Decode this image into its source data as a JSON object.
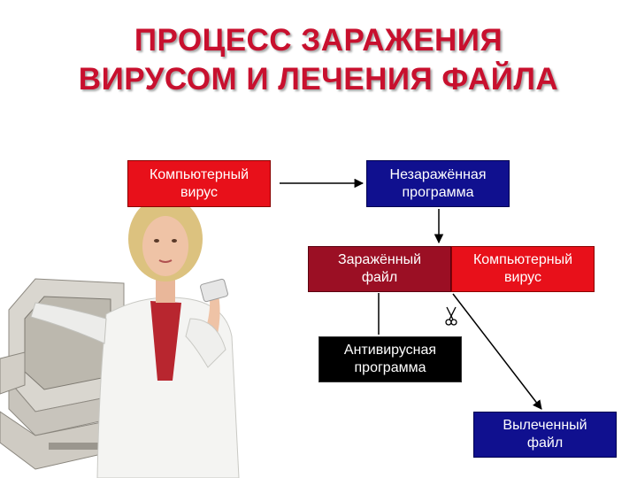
{
  "title": {
    "line1": "ПРОЦЕСС ЗАРАЖЕНИЯ",
    "line2": "ВИРУСОМ И ЛЕЧЕНИЯ ФАЙЛА"
  },
  "nodes": {
    "virus_source": "Компьютерный\nвирус",
    "clean_program": "Незаражённая\nпрограмма",
    "infected_file": "Заражённый\nфайл",
    "attached_virus": "Компьютерный\nвирус",
    "antivirus": "Антивирусная\nпрограмма",
    "cured_file": "Вылеченный\nфайл"
  },
  "icons": {
    "cut": "scissors-icon"
  },
  "colors": {
    "title": "#c8102e",
    "virus_box": "#e8101a",
    "infected_box": "#9b0f24",
    "program_box": "#10108f",
    "antivirus_box": "#000000"
  }
}
